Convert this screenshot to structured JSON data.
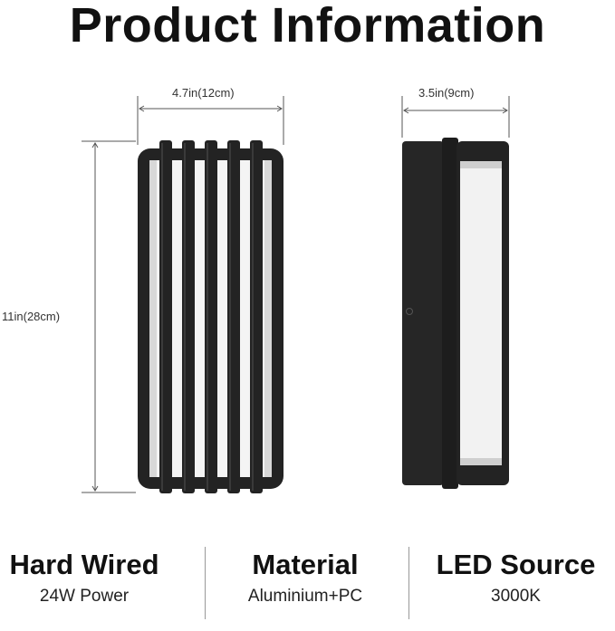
{
  "title": "Product Information",
  "dimensions": {
    "front_width": "4.7in(12cm)",
    "side_depth": "3.5in(9cm)",
    "height": "11in(28cm)"
  },
  "specs": [
    {
      "label": "Hard Wired",
      "value": "24W Power"
    },
    {
      "label": "Material",
      "value": "Aluminium+PC"
    },
    {
      "label": "LED Source",
      "value": "3000K"
    }
  ],
  "colors": {
    "fixture": "#232323",
    "diffuser": "#f4f4f4",
    "dimension_line": "#555555"
  }
}
